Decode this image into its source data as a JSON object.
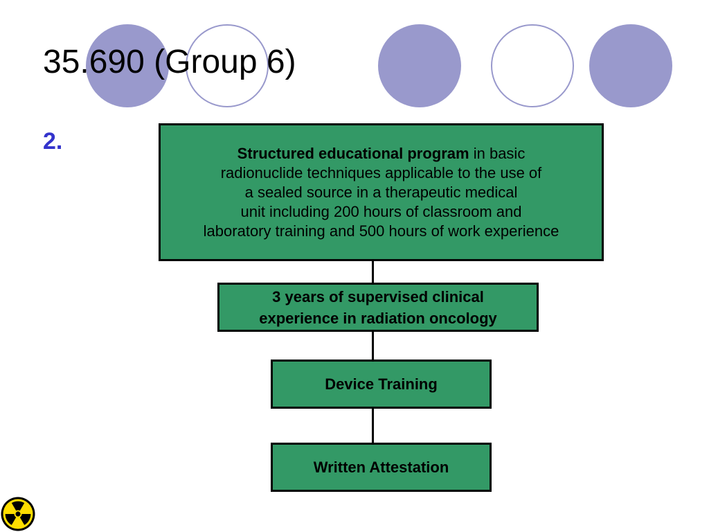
{
  "slide": {
    "title": "35.690 (Group 6)",
    "bullet": "2."
  },
  "colors": {
    "circle_fill": "#9999cc",
    "accent_blue": "#3333cc",
    "box_green": "#339966",
    "icon_yellow": "#ffde00"
  },
  "flowchart": {
    "box1": {
      "bold": "Structured educational program",
      "line1_rest": " in basic",
      "line2": "radionuclide techniques applicable to the use of",
      "line3": "a sealed source in a therapeutic medical",
      "line4": "unit including 200 hours of classroom and",
      "line5": "laboratory training and 500 hours of work experience"
    },
    "box2": {
      "line1": "3 years of supervised clinical",
      "line2": "experience in radiation oncology"
    },
    "box3": {
      "label": "Device Training"
    },
    "box4": {
      "label": "Written Attestation"
    }
  },
  "icons": {
    "corner": "radiation-icon"
  }
}
